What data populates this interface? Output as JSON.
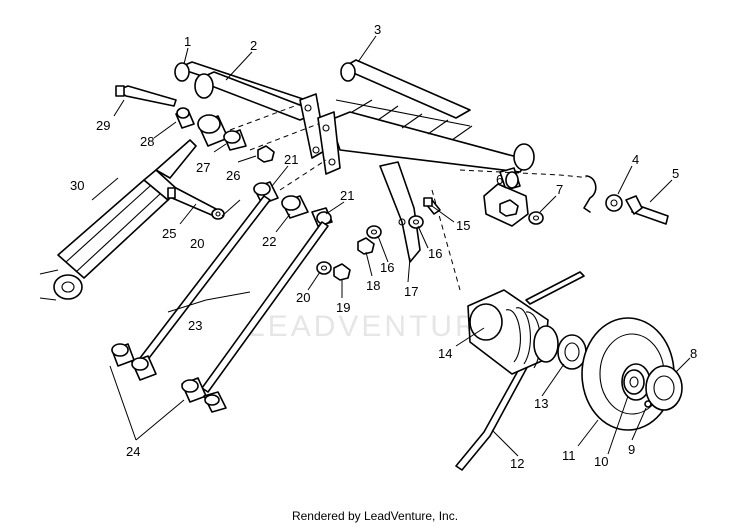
{
  "callouts": [
    "1",
    "2",
    "3",
    "4",
    "5",
    "6",
    "7",
    "8",
    "9",
    "10",
    "11",
    "12",
    "13",
    "14",
    "15",
    "16",
    "16",
    "17",
    "18",
    "19",
    "20",
    "20",
    "21",
    "21",
    "22",
    "23",
    "24",
    "25",
    "26",
    "27",
    "28",
    "29",
    "30"
  ],
  "watermark": "LEADVENTURE",
  "footer": "Rendered by LeadVenture, Inc."
}
